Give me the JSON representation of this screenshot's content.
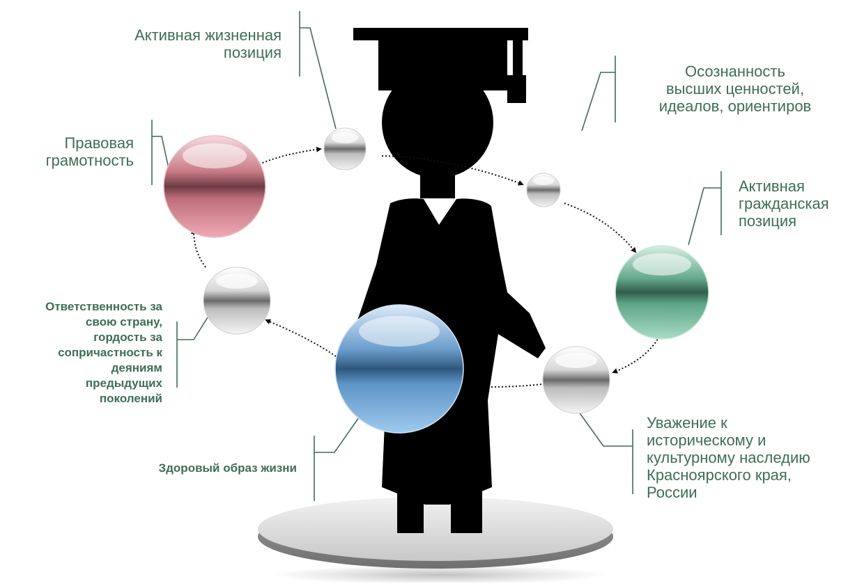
{
  "labels": {
    "active_life": "Активная жизненная\nпозиция",
    "awareness": "Осознанность\nвысших ценностей,\nидеалов, ориентиров",
    "legal": "Правовая\nграмотность",
    "civic": "Активная\nгражданская\nпозиция",
    "responsibility": "Ответственность за\nсвою страну,\nгордость за\nсопричастность к\nдеяниям\nпредыдущих\nпоколений",
    "health": "Здоровый образ жизни",
    "heritage": "Уважение к\nисторическому и\nкультурному наследию\nКрасноярского края,\nРоссии"
  },
  "colors": {
    "text": "#3e6d57",
    "line": "#3e6d57",
    "silhouette": "#000000",
    "sphere_red": "#d58a94",
    "sphere_green": "#6fb898",
    "sphere_blue": "#7aaed6",
    "sphere_gray": "#b8b8b8"
  },
  "icons": [
    "graduate-silhouette",
    "pedestal"
  ]
}
